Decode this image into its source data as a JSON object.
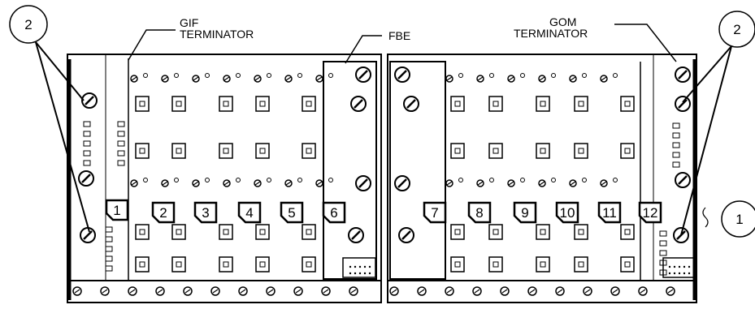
{
  "labels": {
    "gif_line1": "GIF",
    "gif_line2": "TERMINATOR",
    "fbe": "FBE",
    "gom_line1": "GOM",
    "gom_line2": "TERMINATOR"
  },
  "callouts": {
    "top_left": "2",
    "top_right": "2",
    "right": "1"
  },
  "slots": [
    "1",
    "2",
    "3",
    "4",
    "5",
    "6",
    "7",
    "8",
    "9",
    "10",
    "11",
    "12"
  ],
  "colors": {
    "line": "#000000",
    "background": "#ffffff"
  }
}
